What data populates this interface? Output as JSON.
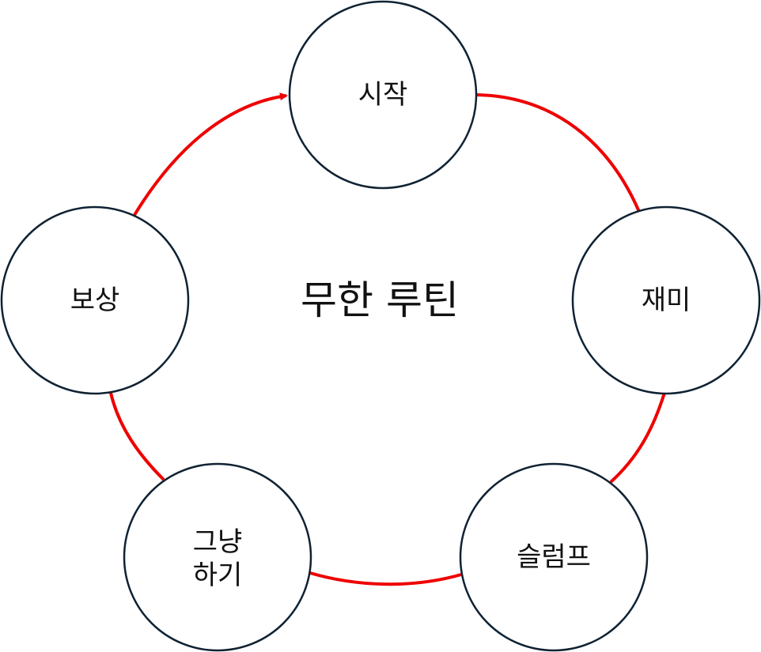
{
  "diagram": {
    "title": "무한 루틴",
    "nodes": [
      {
        "id": "start",
        "label": "시작"
      },
      {
        "id": "fun",
        "label": "재미"
      },
      {
        "id": "slump",
        "label": "슬럼프"
      },
      {
        "id": "just-do-it",
        "label_line1": "그냥",
        "label_line2": "하기"
      },
      {
        "id": "reward",
        "label": "보상"
      }
    ],
    "colors": {
      "cycle_line": "#ee0000",
      "circle_outline": "#0f2233",
      "text": "#111111"
    }
  }
}
